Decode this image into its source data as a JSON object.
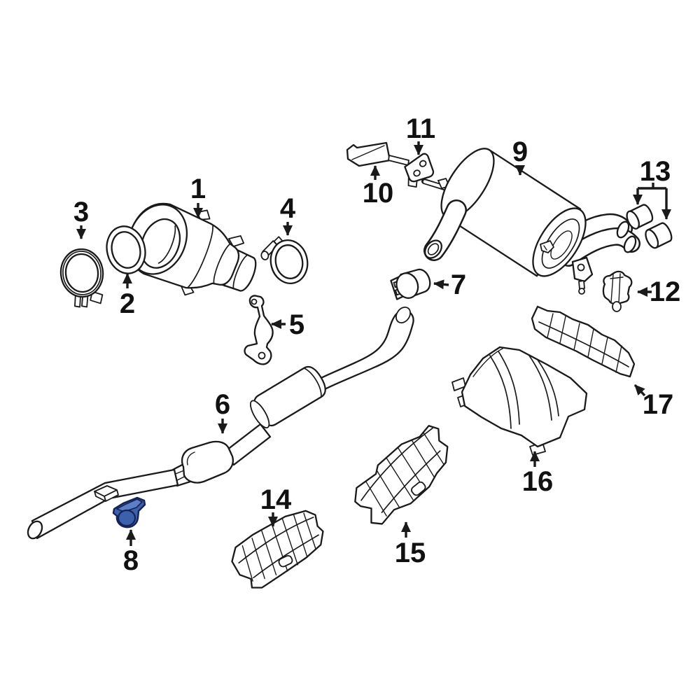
{
  "figure": {
    "kind": "exploded-parts-diagram",
    "background": "#ffffff",
    "line_color": "#1a1a1a",
    "highlight_fill": "#3d60ad",
    "highlight_light": "#5b7ec7",
    "highlight_outline": "#142254",
    "highlighted_part": "8"
  },
  "parts": [
    {
      "label": "1",
      "name": "catalytic-converter"
    },
    {
      "label": "2",
      "name": "converter-gasket-ring"
    },
    {
      "label": "3",
      "name": "front-clamp"
    },
    {
      "label": "4",
      "name": "v-band-clamp"
    },
    {
      "label": "5",
      "name": "support-bracket"
    },
    {
      "label": "6",
      "name": "center-exhaust-pipe"
    },
    {
      "label": "7",
      "name": "muffler-clamp"
    },
    {
      "label": "8",
      "name": "pipe-hanger-bracket-highlighted"
    },
    {
      "label": "9",
      "name": "rear-muffler"
    },
    {
      "label": "10",
      "name": "muffler-mount-plate"
    },
    {
      "label": "11",
      "name": "muffler-mount-bracket"
    },
    {
      "label": "12",
      "name": "rubber-insulator"
    },
    {
      "label": "13",
      "name": "tailpipe-tips-pair"
    },
    {
      "label": "14",
      "name": "front-heat-shield"
    },
    {
      "label": "15",
      "name": "center-heat-shield"
    },
    {
      "label": "16",
      "name": "rear-heat-shield"
    },
    {
      "label": "17",
      "name": "heat-shield-brace"
    }
  ]
}
